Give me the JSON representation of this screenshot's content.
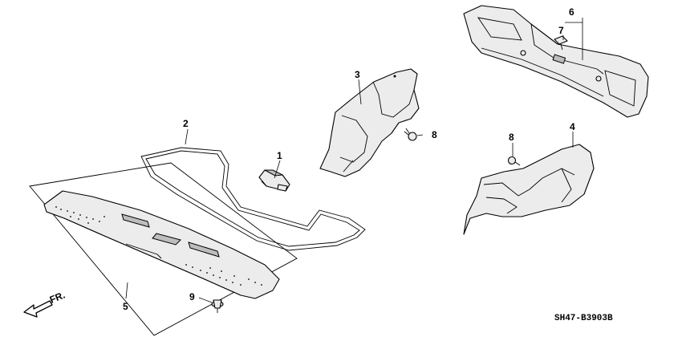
{
  "diagram": {
    "callouts": {
      "c1": "1",
      "c2": "2",
      "c3": "3",
      "c4": "4",
      "c5": "5",
      "c6": "6",
      "c7": "7",
      "c8a": "8",
      "c8b": "8",
      "c9": "9"
    },
    "front_label": "FR.",
    "drawing_code": "SH47-B3903B"
  }
}
